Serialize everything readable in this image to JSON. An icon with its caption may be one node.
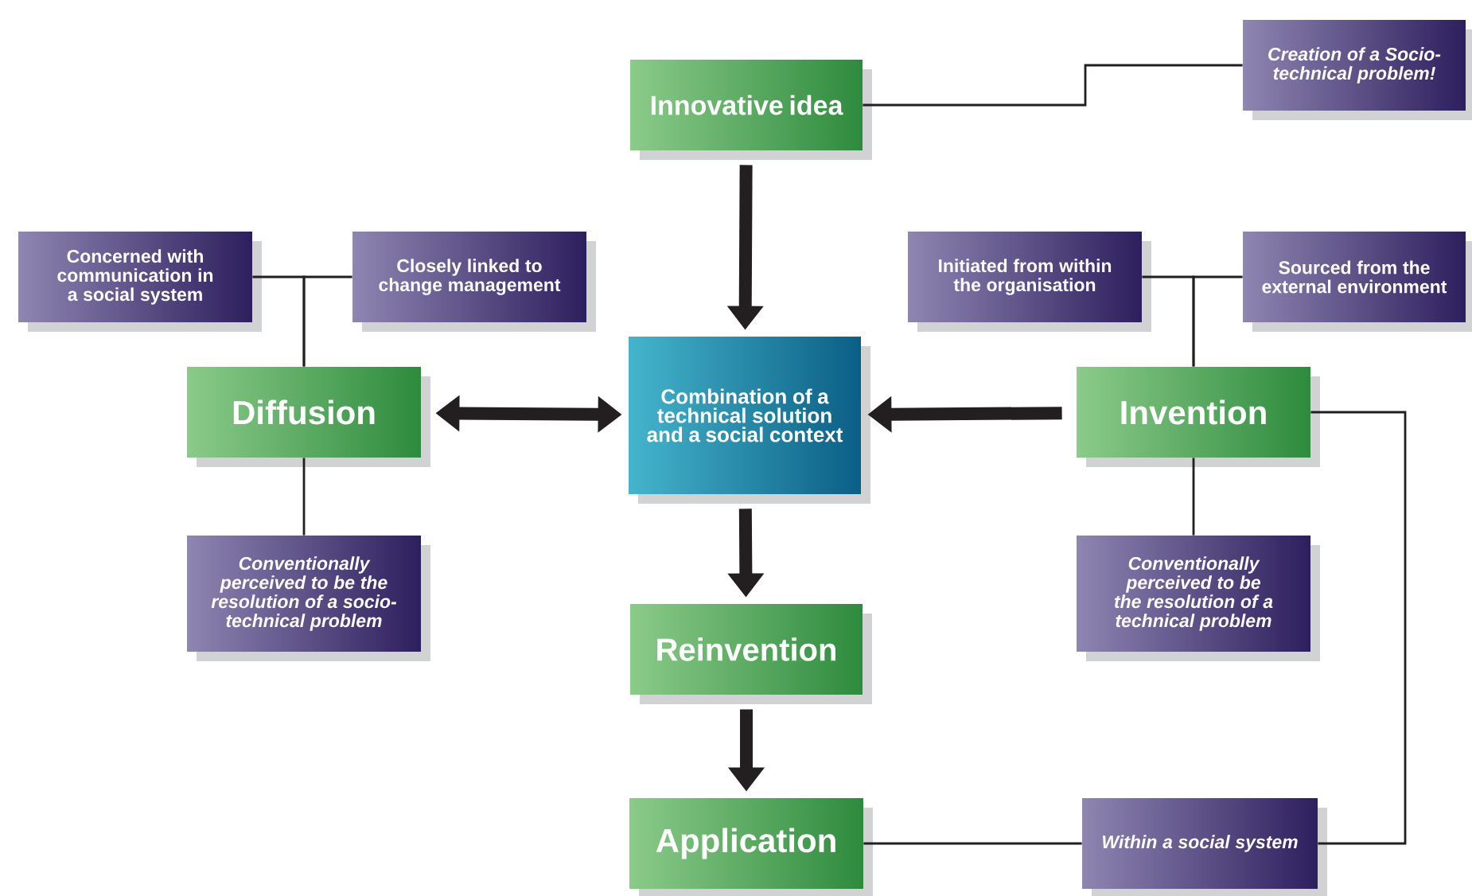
{
  "diagram": {
    "nodes": [
      {
        "text": [
          "Innovative idea"
        ]
      },
      {
        "text": [
          "Creation of a Socio-technical problem!"
        ]
      },
      {
        "text": [
          "Concerned with communication in a social system"
        ]
      },
      {
        "text": [
          "Closely linked to change management"
        ]
      },
      {
        "text": [
          "Initiated from within the organisation"
        ]
      },
      {
        "text": [
          "Sourced from the external environment"
        ]
      },
      {
        "text": [
          "Diffusion"
        ]
      },
      {
        "text": [
          "Combination of a technical solution and a social context"
        ]
      },
      {
        "text": [
          "Invention"
        ]
      },
      {
        "text": [
          "Conventionally perceived to be the resolution of a socio-technical problem"
        ]
      },
      {
        "text": [
          "Conventionally perceived to be the resolution of a technical problem"
        ]
      },
      {
        "text": [
          "Reinvention"
        ]
      },
      {
        "text": [
          "Application"
        ]
      },
      {
        "text": [
          "Within a social system"
        ]
      }
    ],
    "edges": [
      {
        "from": 0,
        "to": 7,
        "arrow": "to",
        "style": "thick"
      },
      {
        "from": 6,
        "to": 7,
        "arrow": "both",
        "style": "thick"
      },
      {
        "from": 8,
        "to": 7,
        "arrow": "to",
        "style": "thick"
      },
      {
        "from": 7,
        "to": 11,
        "arrow": "to",
        "style": "thick"
      },
      {
        "from": 11,
        "to": 12,
        "arrow": "to",
        "style": "thick"
      },
      {
        "from": 0,
        "to": 1,
        "arrow": "none"
      },
      {
        "from": 2,
        "to": 6,
        "arrow": "none"
      },
      {
        "from": 3,
        "to": 6,
        "arrow": "none"
      },
      {
        "from": 6,
        "to": 9,
        "arrow": "none"
      },
      {
        "from": 4,
        "to": 8,
        "arrow": "none"
      },
      {
        "from": 5,
        "to": 8,
        "arrow": "none"
      },
      {
        "from": 8,
        "to": 10,
        "arrow": "none"
      },
      {
        "from": 8,
        "to": 13,
        "arrow": "none"
      },
      {
        "from": 12,
        "to": 13,
        "arrow": "none"
      }
    ]
  }
}
